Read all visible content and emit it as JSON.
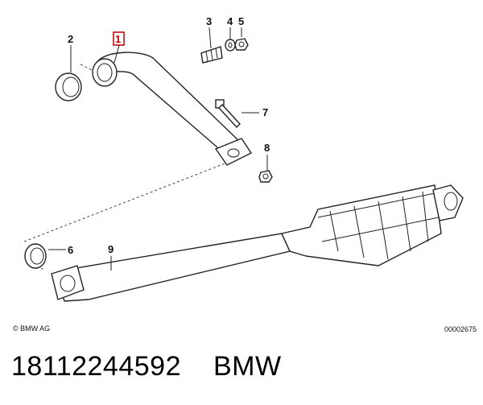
{
  "diagram": {
    "callouts": [
      {
        "id": "1",
        "boxed": true
      },
      {
        "id": "2",
        "boxed": false
      },
      {
        "id": "3",
        "boxed": false
      },
      {
        "id": "4",
        "boxed": false
      },
      {
        "id": "5",
        "boxed": false
      },
      {
        "id": "6",
        "boxed": false
      },
      {
        "id": "7",
        "boxed": false
      },
      {
        "id": "8",
        "boxed": false
      },
      {
        "id": "9",
        "boxed": false
      }
    ],
    "copyright": "© BMW AG",
    "drawing_number": "00002675",
    "highlight_color": "#c00000"
  },
  "footer": {
    "part_number": "18112244592",
    "brand": "BMW"
  }
}
